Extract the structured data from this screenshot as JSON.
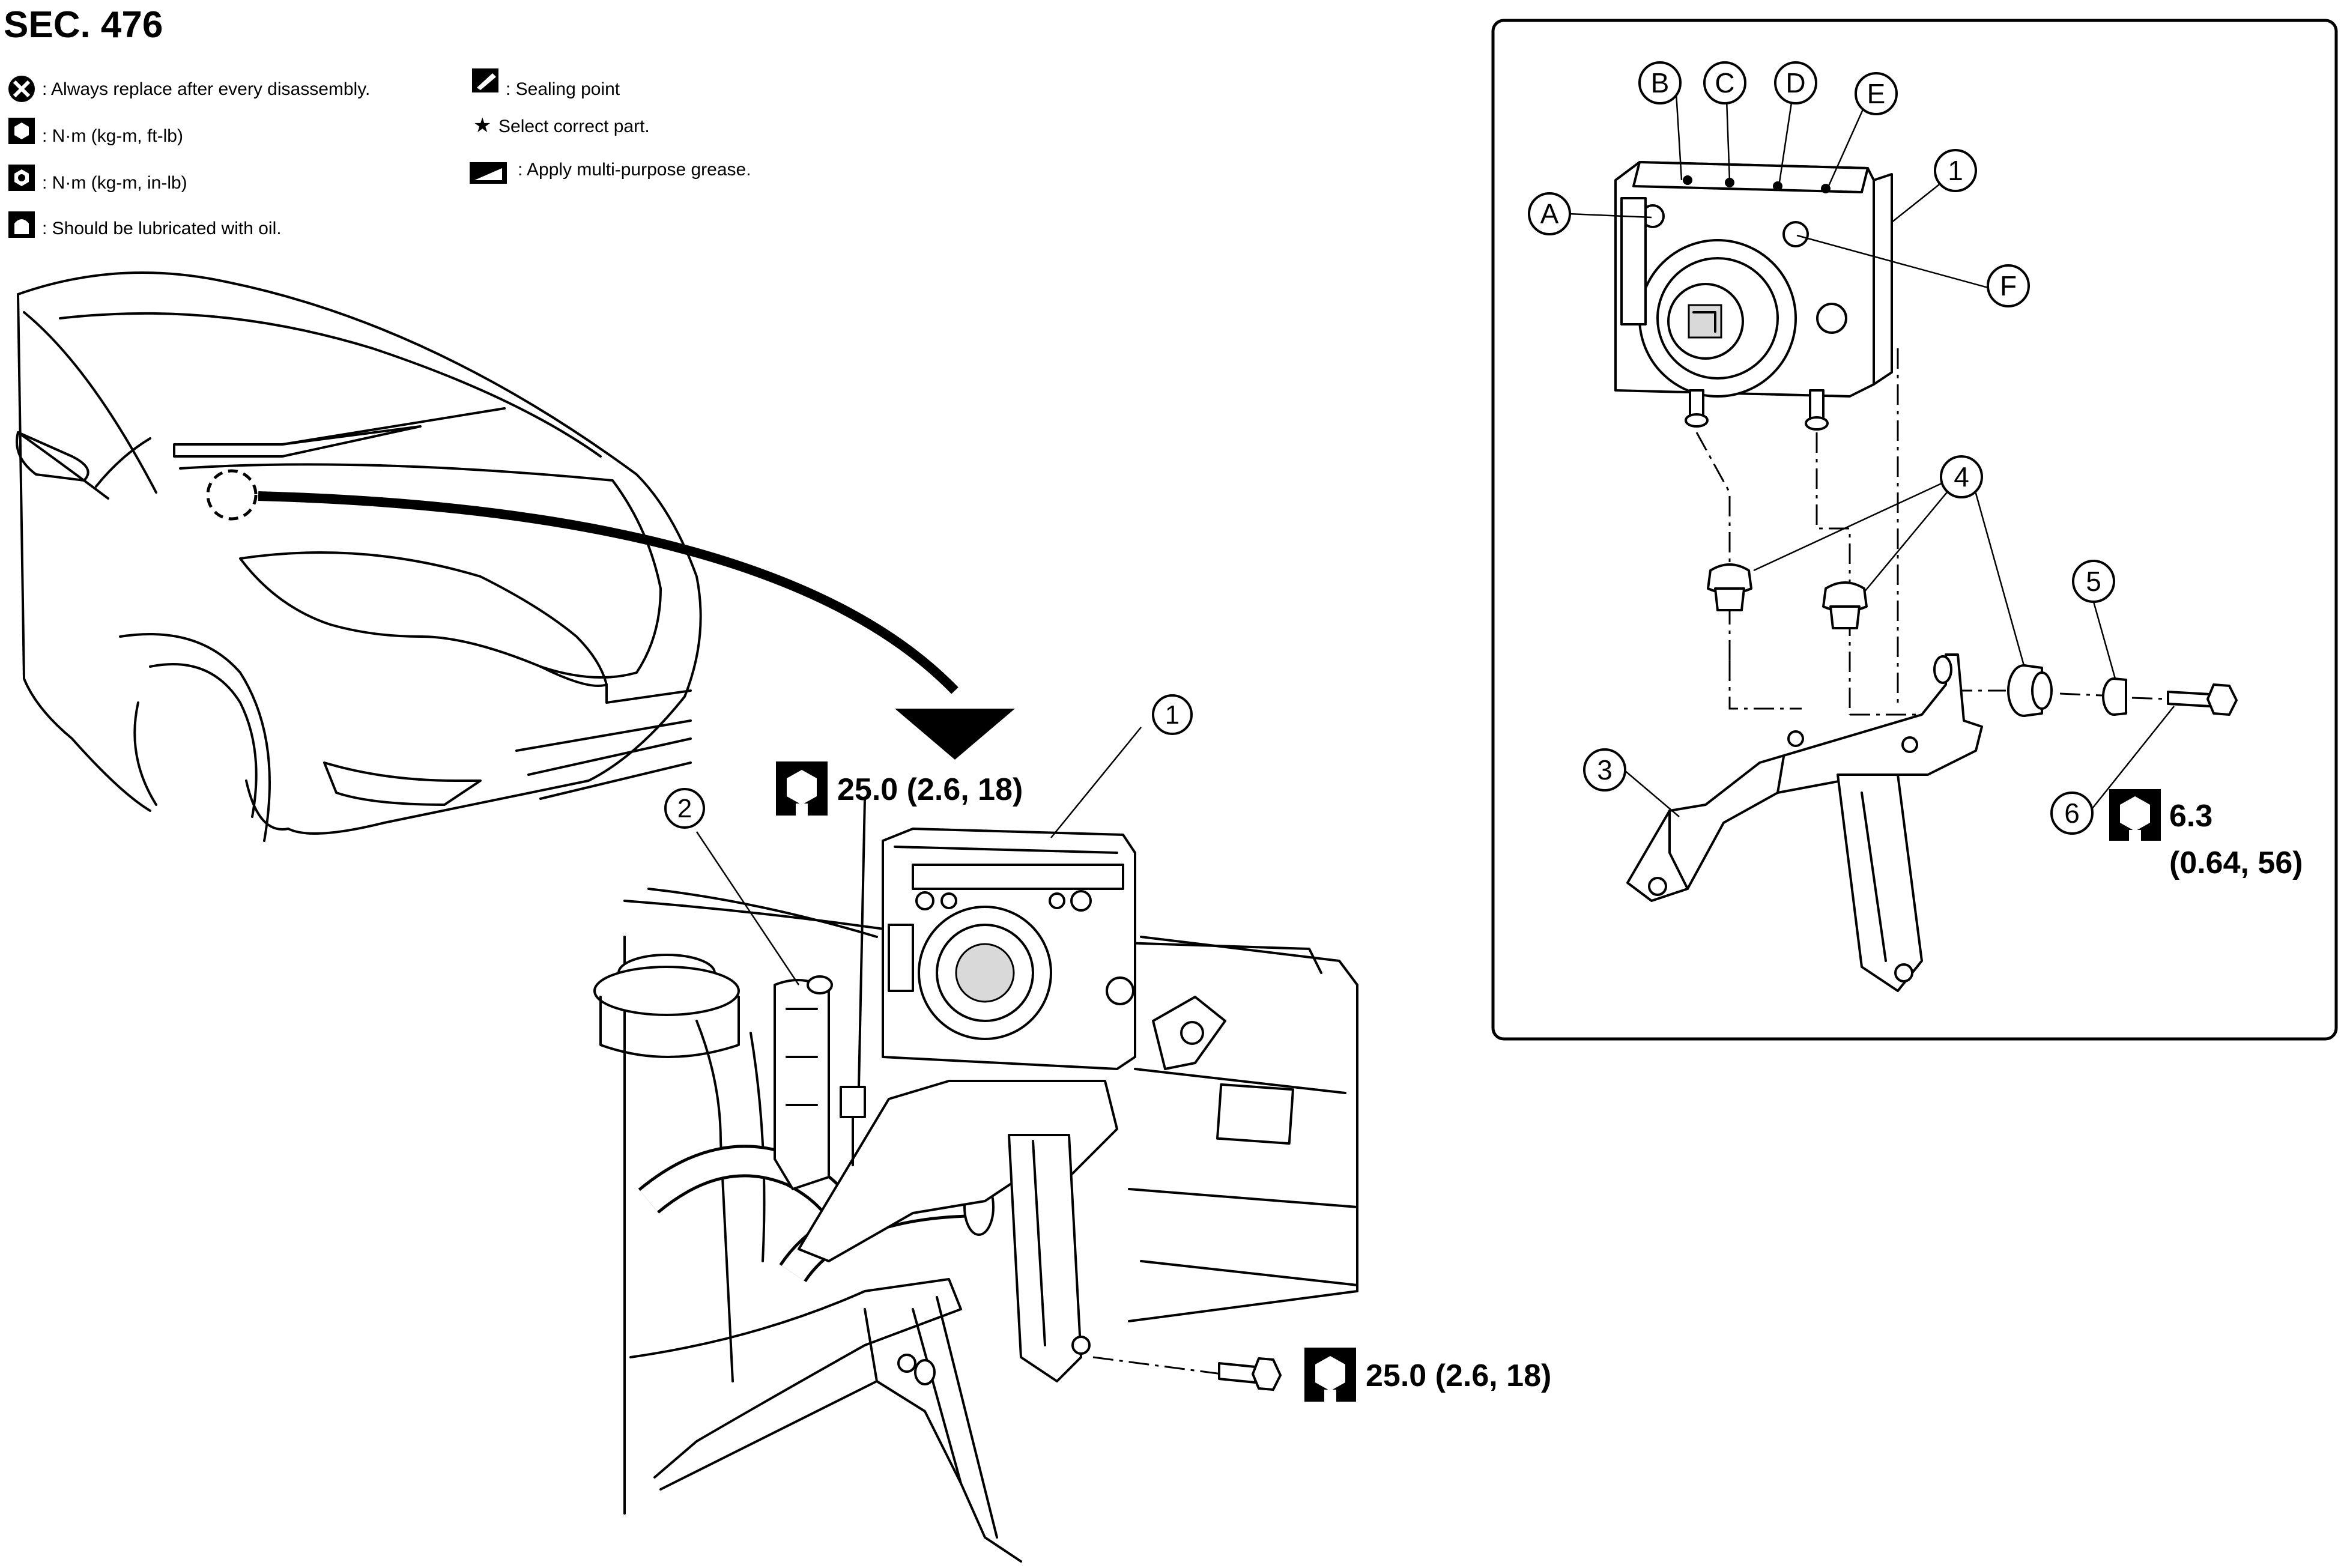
{
  "section": "SEC. 476",
  "legend": [
    {
      "icon": "always-replace-icon",
      "text": ": Always replace after every disassembly."
    },
    {
      "icon": "torque-ftlb-icon",
      "text": ": N·m (kg-m, ft-lb)"
    },
    {
      "icon": "torque-inlb-icon",
      "text": ": N·m (kg-m, in-lb)"
    },
    {
      "icon": "oil-can-icon",
      "text": ": Should be lubricated with oil."
    },
    {
      "icon": "sealing-point-icon",
      "text": ": Sealing point"
    },
    {
      "icon": "star-icon",
      "text": "Select correct part."
    },
    {
      "icon": "grease-icon",
      "text": ": Apply multi-purpose grease."
    }
  ],
  "torques": {
    "main_top": "25.0 (2.6, 18)",
    "main_bottom": "25.0 (2.6, 18)",
    "detail_value": "6.3",
    "detail_sub": "(0.64, 56)"
  },
  "callouts_main": [
    "1",
    "2"
  ],
  "callouts_detail_numbers": [
    "1",
    "3",
    "4",
    "5",
    "6"
  ],
  "callouts_detail_letters": [
    "A",
    "B",
    "C",
    "D",
    "E",
    "F"
  ],
  "colors": {
    "ink": "#000000",
    "background": "#ffffff",
    "shade": "#d9d9d9"
  }
}
